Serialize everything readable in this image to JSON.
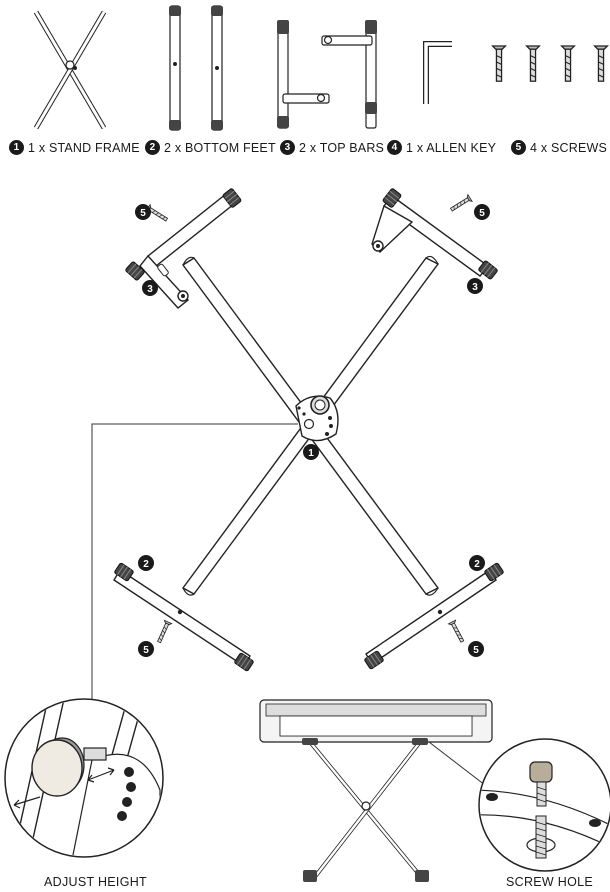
{
  "parts": [
    {
      "number": "1",
      "label": "1 x STAND FRAME"
    },
    {
      "number": "2",
      "label": "2 x BOTTOM FEET"
    },
    {
      "number": "3",
      "label": "2 x TOP BARS"
    },
    {
      "number": "4",
      "label": "1 x ALLEN KEY"
    },
    {
      "number": "5",
      "label": "4 x SCREWS"
    }
  ],
  "callouts": {
    "top_bar_left": "3",
    "top_bar_right": "3",
    "screw_top_left": "5",
    "screw_top_right": "5",
    "frame": "1",
    "foot_left": "2",
    "foot_right": "2",
    "screw_bottom_left": "5",
    "screw_bottom_right": "5"
  },
  "details": {
    "adjust_height": "ADJUST HEIGHT",
    "screw_hole": "SCREW HOLE"
  }
}
